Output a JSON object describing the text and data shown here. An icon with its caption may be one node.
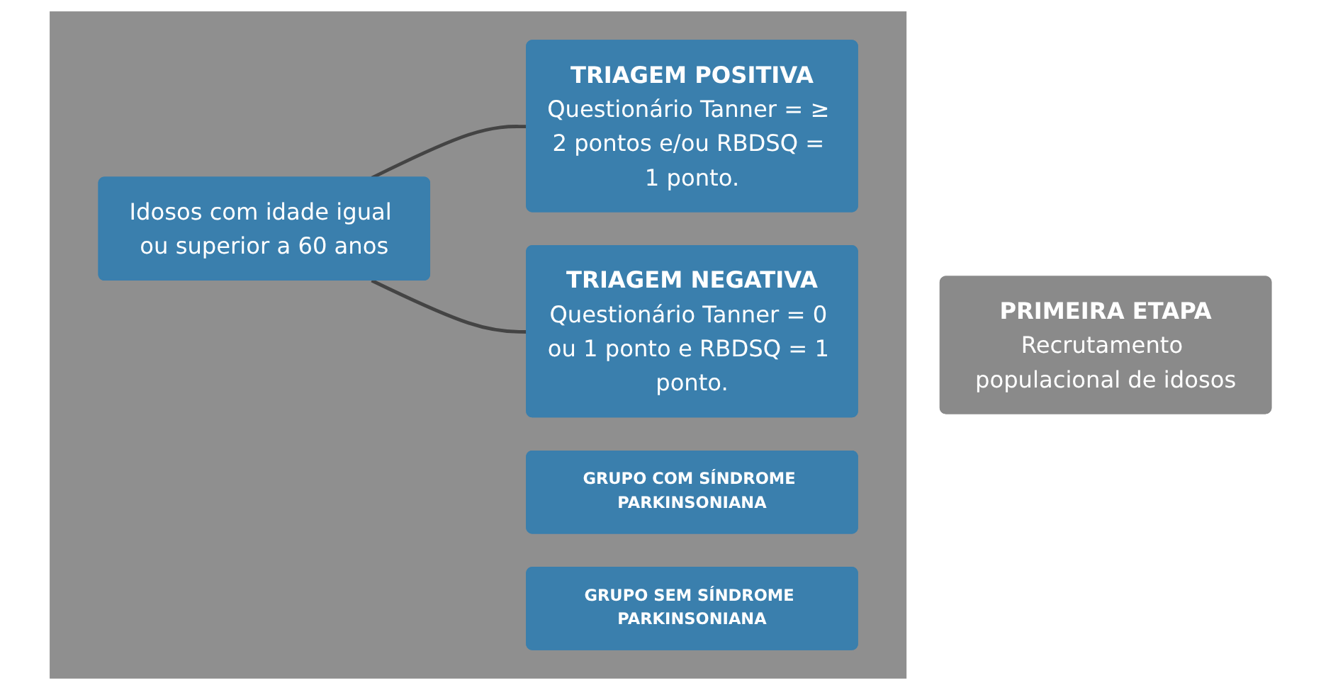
{
  "diagram": {
    "nodes": [
      {
        "text": [
          "PRIMEIRA ETAPA",
          "Recrutamento populacional de idosos"
        ]
      },
      {
        "text": [],
        "shape": "box"
      },
      {
        "text": [
          "Idosos com idade igual ou superior a 60 anos"
        ],
        "in": 1
      },
      {
        "text": [
          "TRIAGEM POSITIVA",
          "Questionário Tanner = ≥ 2 pontos e/ou RBDSQ = 1 ponto."
        ],
        "in": 1
      },
      {
        "text": [
          "GRUPO COM SÍNDROME PARKINSONIANA"
        ],
        "in": 1
      },
      {
        "text": [
          "TRIAGEM NEGATIVA",
          "Questionário Tanner = 0 ou 1 ponto e RBDSQ = 1 ponto."
        ],
        "in": 1
      },
      {
        "text": [
          "GRUPO SEM SÍNDROME PARKINSONIANA"
        ],
        "in": 1
      }
    ],
    "edges": [
      {
        "from": 2,
        "to": 3,
        "arrow": "none"
      },
      {
        "from": 2,
        "to": 5,
        "arrow": "none"
      }
    ]
  }
}
